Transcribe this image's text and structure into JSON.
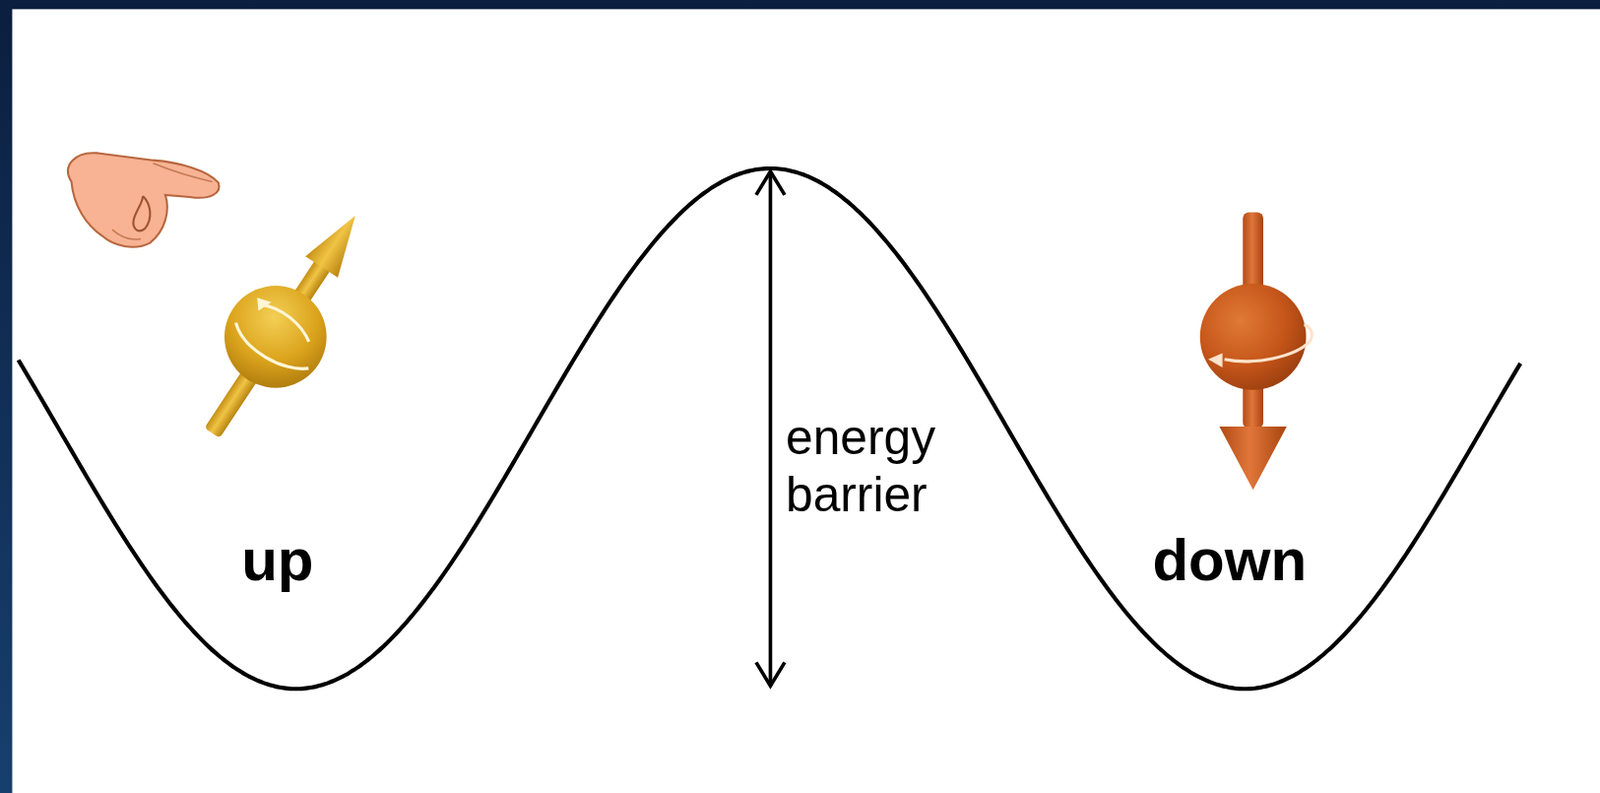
{
  "diagram": {
    "labels": [
      "up",
      "down",
      "energy barrier"
    ]
  }
}
